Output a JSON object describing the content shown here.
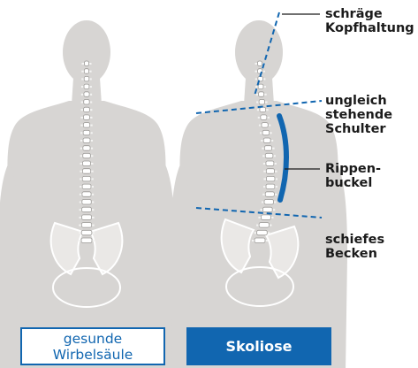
{
  "annotations": {
    "head_tilt": "schräge\nKopfhaltung",
    "shoulders": "ungleich\nstehende\nSchulter",
    "rib_hump": "Rippen-\nbuckel",
    "pelvis": "schiefes\nBecken"
  },
  "captions": {
    "healthy": "gesunde\nWirbelsäule",
    "scoliosis": "Skoliose"
  },
  "colors": {
    "body": "#d7d5d3",
    "spine": "#ffffff",
    "accent": "#1166b0",
    "text": "#1b1b1b"
  }
}
